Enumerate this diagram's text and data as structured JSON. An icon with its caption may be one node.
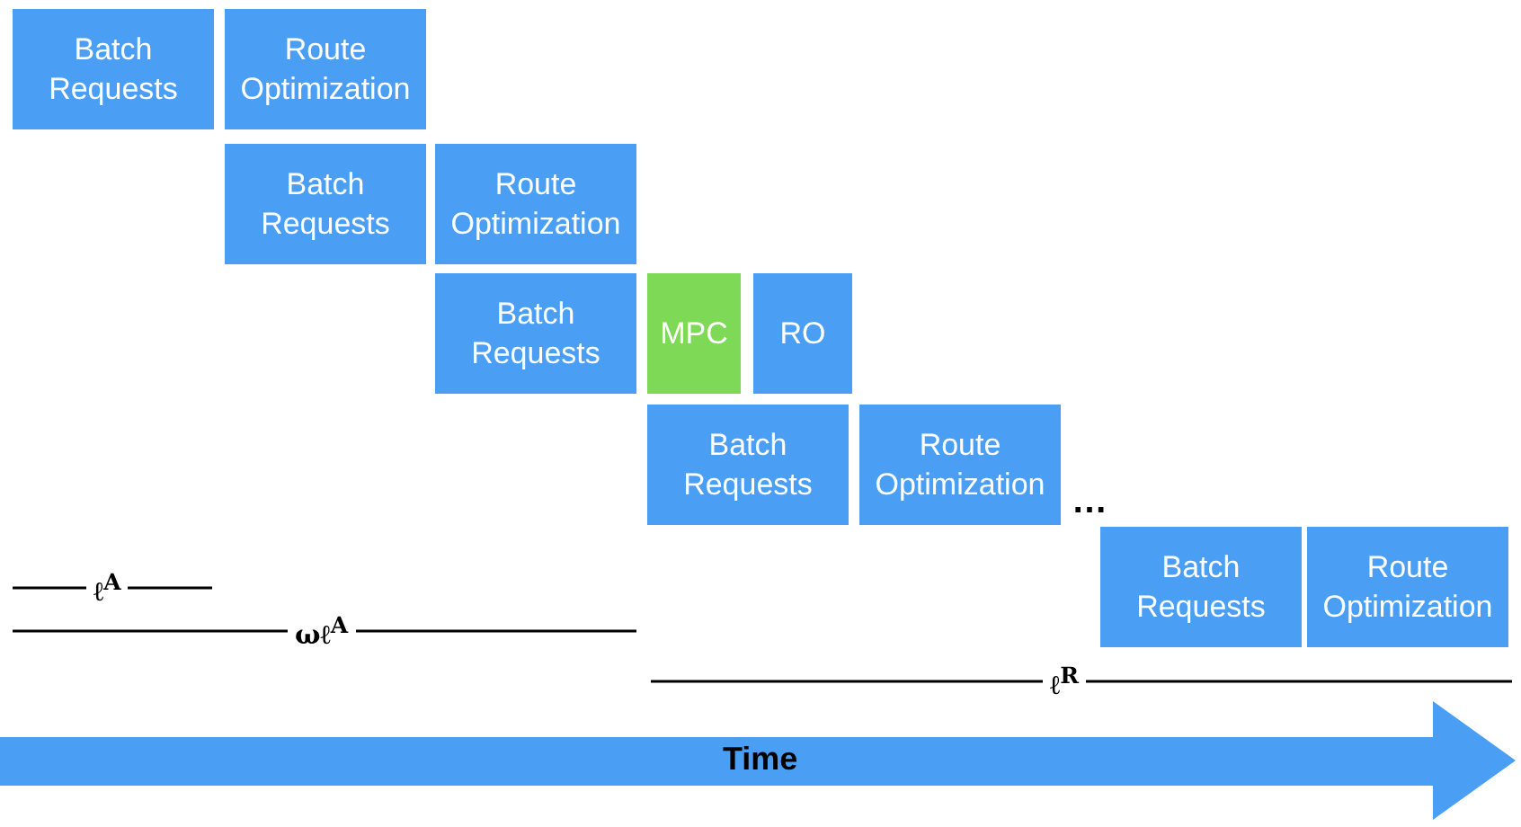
{
  "diagram": {
    "nodes": [
      {
        "text": [
          "Batch Requests"
        ]
      },
      {
        "text": [
          "Route Optimization"
        ]
      },
      {
        "text": [
          "Batch Requests"
        ]
      },
      {
        "text": [
          "Route Optimization"
        ]
      },
      {
        "text": [
          "Batch Requests"
        ]
      },
      {
        "text": [
          "MPC"
        ]
      },
      {
        "text": [
          "RO"
        ]
      },
      {
        "text": [
          "Batch Requests"
        ]
      },
      {
        "text": [
          "Route Optimization"
        ]
      },
      {
        "text": [
          "Batch Requests"
        ]
      },
      {
        "text": [
          "Route Optimization"
        ]
      }
    ],
    "edges": [],
    "labels": [
      "…",
      "ℓ$^{A}$",
      "ωℓ$^{A}$",
      "ℓ$^{R}$",
      "Time"
    ]
  }
}
